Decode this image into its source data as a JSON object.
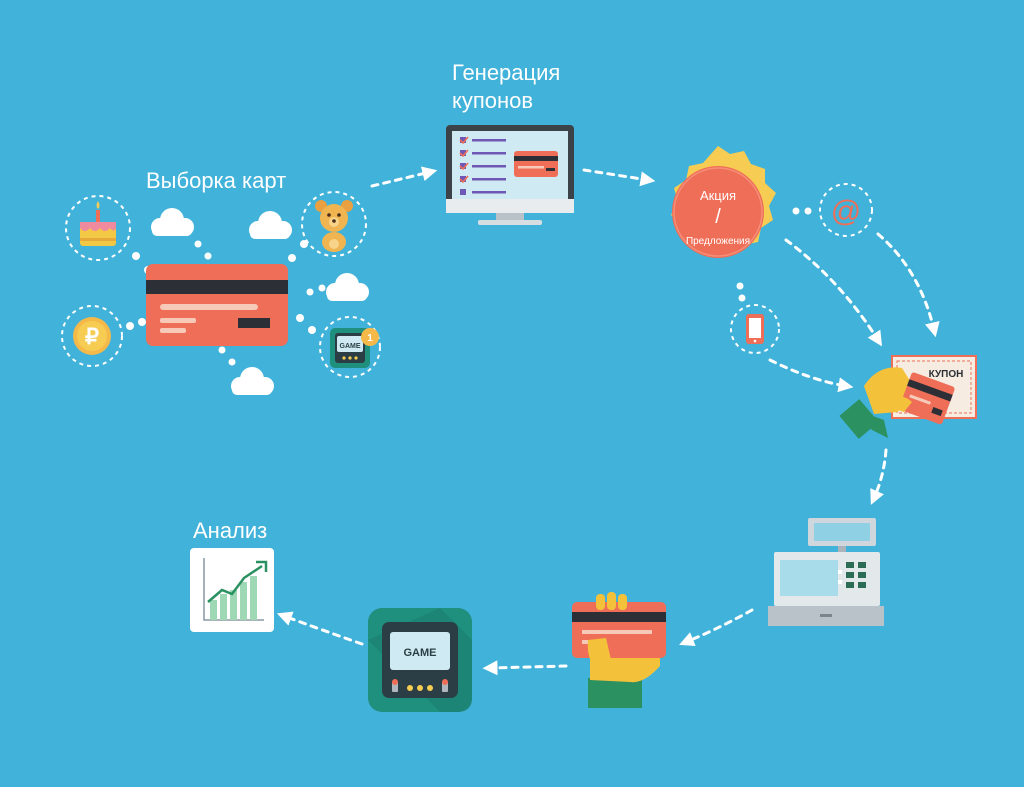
{
  "labels": {
    "card_selection": "Выборка карт",
    "coupon_generation_line1": "Генерация",
    "coupon_generation_line2": "купонов",
    "analysis": "Анализ"
  },
  "badge": {
    "line1": "Акция",
    "separator": "/",
    "line2": "Предложения"
  },
  "coupon_text": "КУПОН",
  "game_text": "GAME",
  "email_symbol": "@",
  "ruble_symbol": "₽",
  "badge_count": "1",
  "colors": {
    "background": "#41b2d9",
    "card_coral": "#ef6e57",
    "card_stripe": "#2c2f35",
    "badge_yellow": "#f7cc52",
    "game_teal": "#1f8f7e",
    "hand_yellow": "#f4c13b",
    "sleeve_green": "#2b9160",
    "monitor_screen": "#cfeaf3",
    "register_gray": "#cfd7dc"
  },
  "icons": [
    "birthday-cake-icon",
    "ruble-coin-icon",
    "teddy-bear-icon",
    "game-console-icon",
    "email-at-icon",
    "smartphone-icon",
    "cloud-icon",
    "monitor-checklist-icon",
    "promo-badge-icon",
    "coupon-hand-icon",
    "cash-register-icon",
    "card-hand-icon",
    "analytics-chart-icon"
  ]
}
